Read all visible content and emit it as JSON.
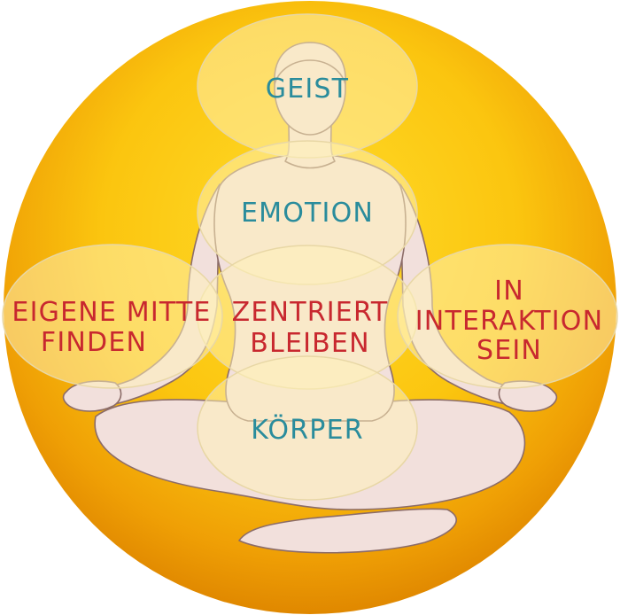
{
  "labels": {
    "geist": "GEIST",
    "emotion": "EMOTION",
    "zentriert_line1": "ZENTRIERT",
    "zentriert_line2": "BLEIBEN",
    "koerper": "KÖRPER",
    "mitte_line1": "EIGENE MITTE",
    "mitte_line2": "FINDEN",
    "interaktion_line1": "IN",
    "interaktion_line2": "INTERAKTION",
    "interaktion_line3": "SEIN"
  },
  "colors": {
    "background_light": "#ffd21a",
    "background_dark": "#e08a00",
    "teal_text": "#2a8c9c",
    "red_text": "#c8282f",
    "figure_fill": "#f2e0dc",
    "figure_stroke": "#8c6c68",
    "ellipse_fill": "#fff2b8"
  },
  "icons": [
    "meditating-person-figure"
  ]
}
